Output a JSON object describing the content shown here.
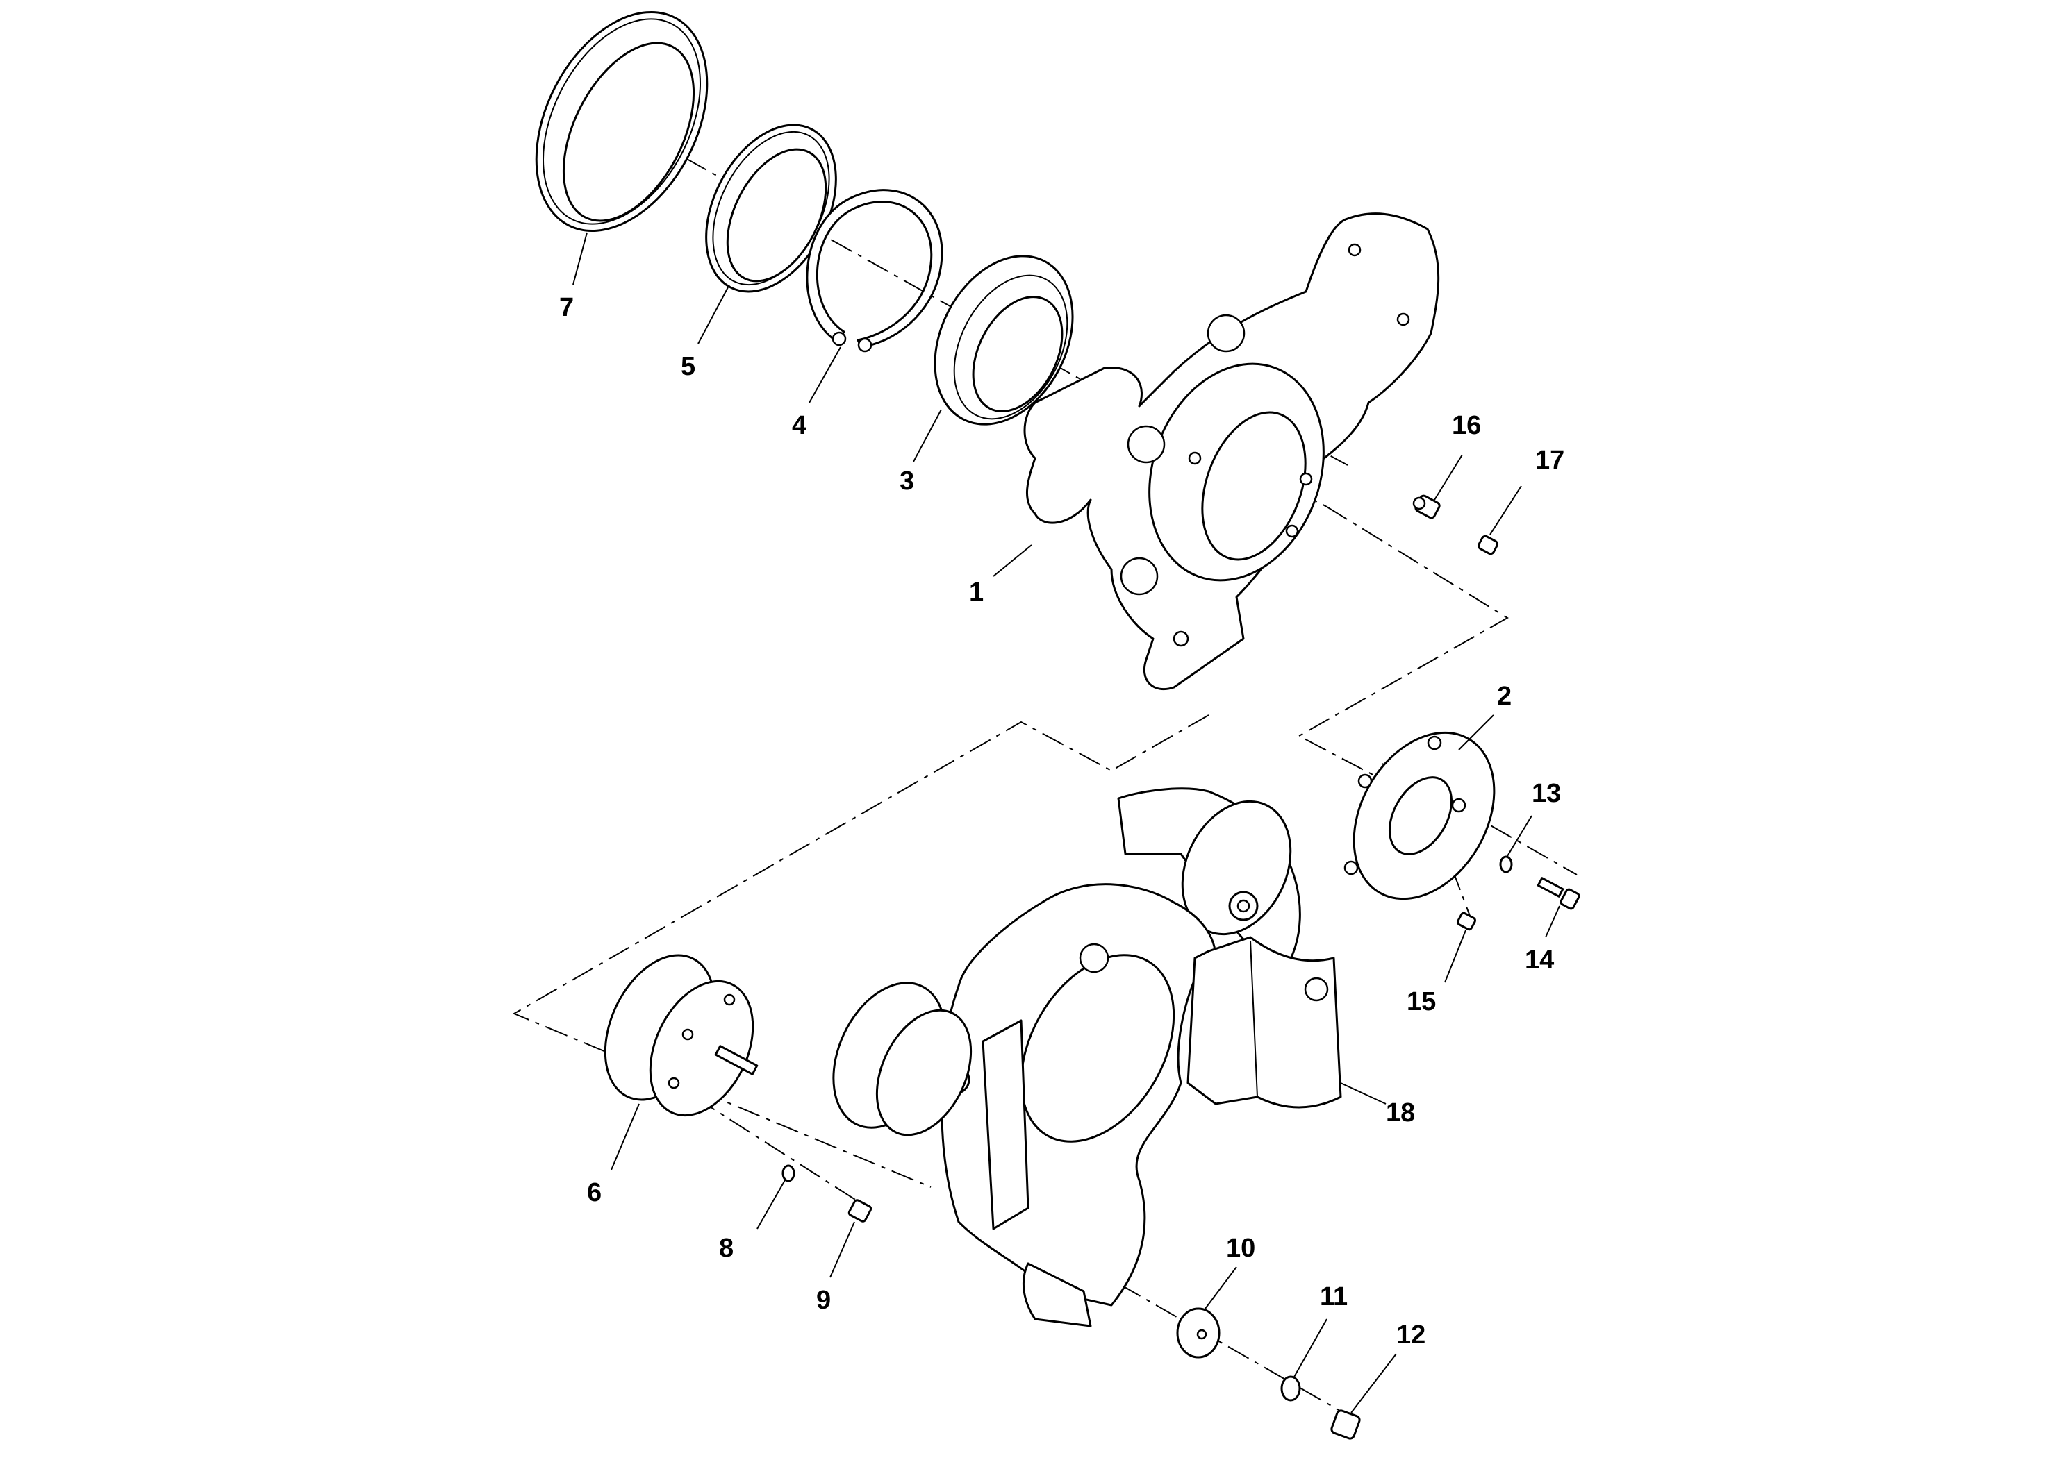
{
  "callouts": {
    "p1": "1",
    "p2": "2",
    "p3": "3",
    "p4": "4",
    "p5": "5",
    "p6": "6",
    "p7": "7",
    "p8": "8",
    "p9": "9",
    "p10": "10",
    "p11": "11",
    "p12": "12",
    "p13": "13",
    "p14": "14",
    "p15": "15",
    "p16": "16",
    "p17": "17",
    "p18": "18"
  },
  "colors": {
    "line": "#000000",
    "background": "#ffffff"
  }
}
